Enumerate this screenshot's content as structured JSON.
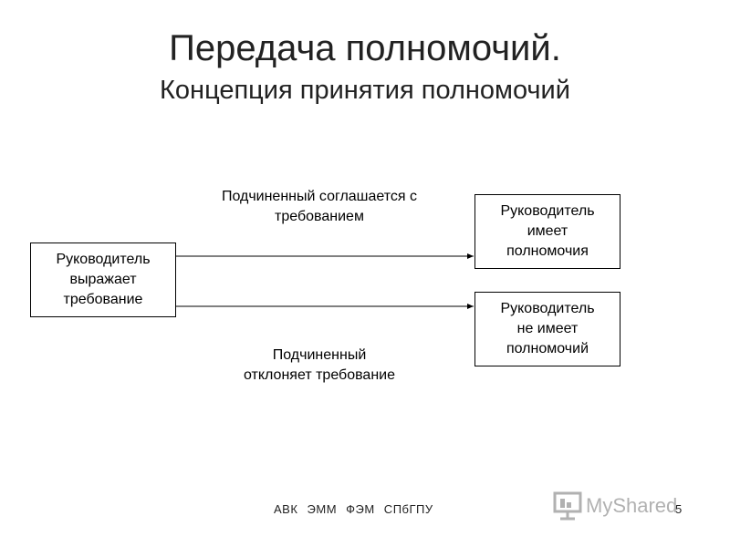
{
  "title": "Передача полномочий.",
  "subtitle": "Концепция принятия полномочий",
  "diagram": {
    "left_box": "Руководитель\nвыражает\nтребование",
    "right_top_box": "Руководитель\nимеет\nполномочия",
    "right_bottom_box": "Руководитель\nне имеет\nполномочий",
    "top_label": "Подчиненный соглашается с\nтребованием",
    "bottom_label": "Подчиненный\nотклоняет требование"
  },
  "footer": {
    "text": "АВК ЭММ ФЭМ СПбГПУ",
    "page_number": "5"
  },
  "watermark": {
    "text": "MyShared",
    "icon": "presentation-board-icon"
  }
}
